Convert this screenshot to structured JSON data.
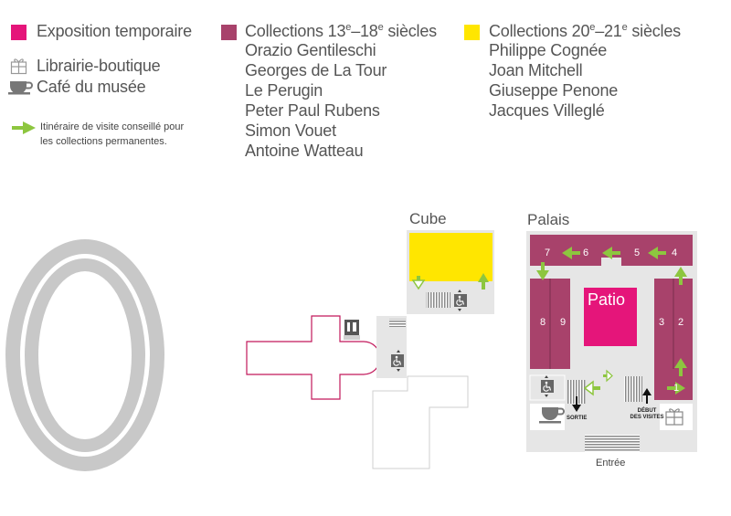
{
  "legend": {
    "temporary": {
      "label": "Exposition temporaire",
      "color": "#e5157a"
    },
    "shop": {
      "label": "Librairie-boutique",
      "icon": "gift-icon"
    },
    "cafe": {
      "label": "Café du musée",
      "icon": "coffee-cup-icon"
    },
    "route": {
      "line1": "Itinéraire de visite conseillé pour",
      "line2": "les collections permanentes.",
      "icon": "green-arrow-icon",
      "color": "#8dc63f"
    },
    "collections_old": {
      "title_pre": "Collections 13",
      "sup1": "e",
      "title_mid": "–18",
      "sup2": "e",
      "title_post": " siècles",
      "color": "#a8426b",
      "artists": [
        "Orazio Gentileschi",
        "Georges de La Tour",
        "Le Perugin",
        "Peter Paul Rubens",
        "Simon Vouet",
        "Antoine Watteau"
      ]
    },
    "collections_modern": {
      "title_pre": "Collections 20",
      "sup1": "e",
      "title_mid": "–21",
      "sup2": "e",
      "title_post": " siècles",
      "color": "#ffe600",
      "artists": [
        "Philippe Cognée",
        "Joan Mitchell",
        "Giuseppe Penone",
        "Jacques Villeglé"
      ]
    }
  },
  "map": {
    "cube_label": "Cube",
    "palais_label": "Palais",
    "patio_label": "Patio",
    "rooms": [
      "7",
      "6",
      "5",
      "4",
      "8",
      "9",
      "3",
      "2",
      "1"
    ],
    "sortie_label": "SORTIE",
    "debut_line1": "DÉBUT",
    "debut_line2": "DES VISITES",
    "entree_label": "Entrée"
  }
}
